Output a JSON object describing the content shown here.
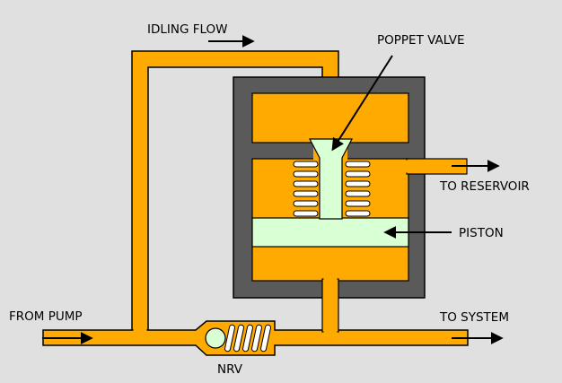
{
  "labels": {
    "idling_flow": "IDLING FLOW",
    "poppet_valve": "POPPET VALVE",
    "to_reservoir": "TO RESERVOIR",
    "piston": "PISTON",
    "from_pump": "FROM PUMP",
    "to_system": "TO SYSTEM",
    "nrv": "NRV"
  },
  "colors": {
    "background": "#e0e0e0",
    "fluid": "#ffaa00",
    "housing": "#5a5a5a",
    "valve": "#d9ffd4",
    "outline": "#000000"
  }
}
